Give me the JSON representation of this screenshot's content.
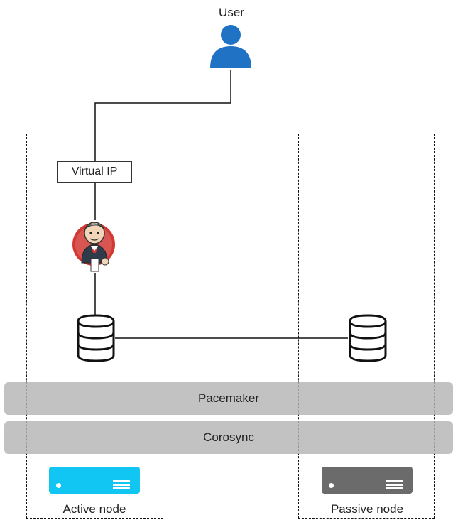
{
  "user": {
    "label": "User",
    "icon": "user-icon",
    "color": "#1f72c4"
  },
  "virtual_ip": {
    "label": "Virtual IP"
  },
  "jenkins": {
    "icon": "jenkins-logo-icon"
  },
  "bands": {
    "pacemaker": "Pacemaker",
    "corosync": "Corosync",
    "color": "#b4b4b4"
  },
  "active_node": {
    "label": "Active node",
    "server_color": "#12c6f3"
  },
  "passive_node": {
    "label": "Passive node",
    "server_color": "#6b6b6b"
  },
  "database_icon": "database-icon"
}
